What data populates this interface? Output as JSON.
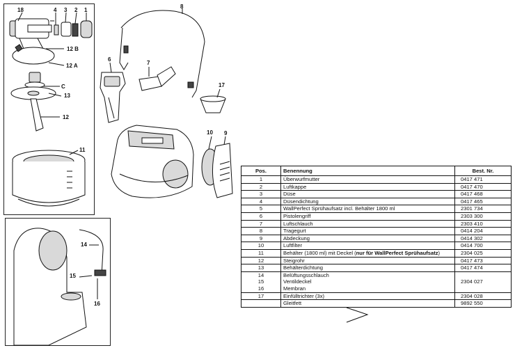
{
  "table": {
    "headers": {
      "pos": "Pos.",
      "name": "Benennung",
      "nr": "Best. Nr."
    },
    "rows": [
      {
        "pos": "1",
        "name": "Überwurfmutter",
        "nr": "0417 471"
      },
      {
        "pos": "2",
        "name": "Luftkappe",
        "nr": "0417 470"
      },
      {
        "pos": "3",
        "name": "Düse",
        "nr": "0417 468"
      },
      {
        "pos": "4",
        "name": "Düsendichtung",
        "nr": "0417 465"
      },
      {
        "pos": "5",
        "name": "WallPerfect Sprühaufsatz  incl. Behälter 1800 ml",
        "nr": "2301 734"
      },
      {
        "pos": "6",
        "name": "Pistolengriff",
        "nr": "2303 300"
      },
      {
        "pos": "7",
        "name": "Luftschlauch",
        "nr": "2303 410"
      },
      {
        "pos": "8",
        "name": "Tragegurt",
        "nr": "0414 204"
      },
      {
        "pos": "9",
        "name": "Abdeckung",
        "nr": "0414 302"
      },
      {
        "pos": "10",
        "name": "Luftfilter",
        "nr": "0414 700"
      },
      {
        "pos": "11",
        "name": "Behälter (1800 ml) mit Deckel (",
        "name_bold": "nur für WallPerfect Sprühaufsatz",
        "name_end": ")",
        "nr": "2304 025"
      },
      {
        "pos": "12",
        "name": "Steigrohr",
        "nr": "0417 473"
      },
      {
        "pos": "13",
        "name": "Behälterdichtung",
        "nr": "0417 474"
      },
      {
        "pos": "14",
        "name": "Belüftungsschlauch",
        "nr": ""
      },
      {
        "pos": "15",
        "name": "Ventildeckel",
        "nr": "2304 027"
      },
      {
        "pos": "16",
        "name": "Membran",
        "nr": ""
      },
      {
        "pos": "17",
        "name": "Einfülltrichter (3x)",
        "nr": "2304 028"
      },
      {
        "pos": "",
        "name": "Gleitfett",
        "nr": "9892 550"
      }
    ]
  },
  "callouts": {
    "c18": "18",
    "c4": "4",
    "c3": "3",
    "c2": "2",
    "c1": "1",
    "c12b": "12 B",
    "c12a": "12 A",
    "cC": "C",
    "c13": "13",
    "c12": "12",
    "c11": "11",
    "c8": "8",
    "c6": "6",
    "c7": "7",
    "c17": "17",
    "c10": "10",
    "c9": "9",
    "c14": "14",
    "c15": "15",
    "c16": "16"
  }
}
